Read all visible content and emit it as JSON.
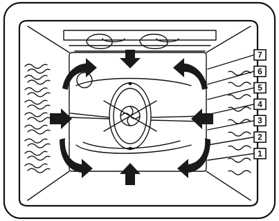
{
  "shelf_levels": [
    {
      "id": "1",
      "label": "1"
    },
    {
      "id": "2",
      "label": "2"
    },
    {
      "id": "3",
      "label": "3"
    },
    {
      "id": "4",
      "label": "4"
    },
    {
      "id": "5",
      "label": "5"
    },
    {
      "id": "6",
      "label": "6"
    },
    {
      "id": "7",
      "label": "7"
    }
  ],
  "colors": {
    "line": "#111111",
    "arrow": "#1a1a1a",
    "background": "#ffffff"
  },
  "icons": [
    "fan-icon",
    "heating-element-icon",
    "airflow-arrow-icon",
    "oven-light-icon"
  ]
}
